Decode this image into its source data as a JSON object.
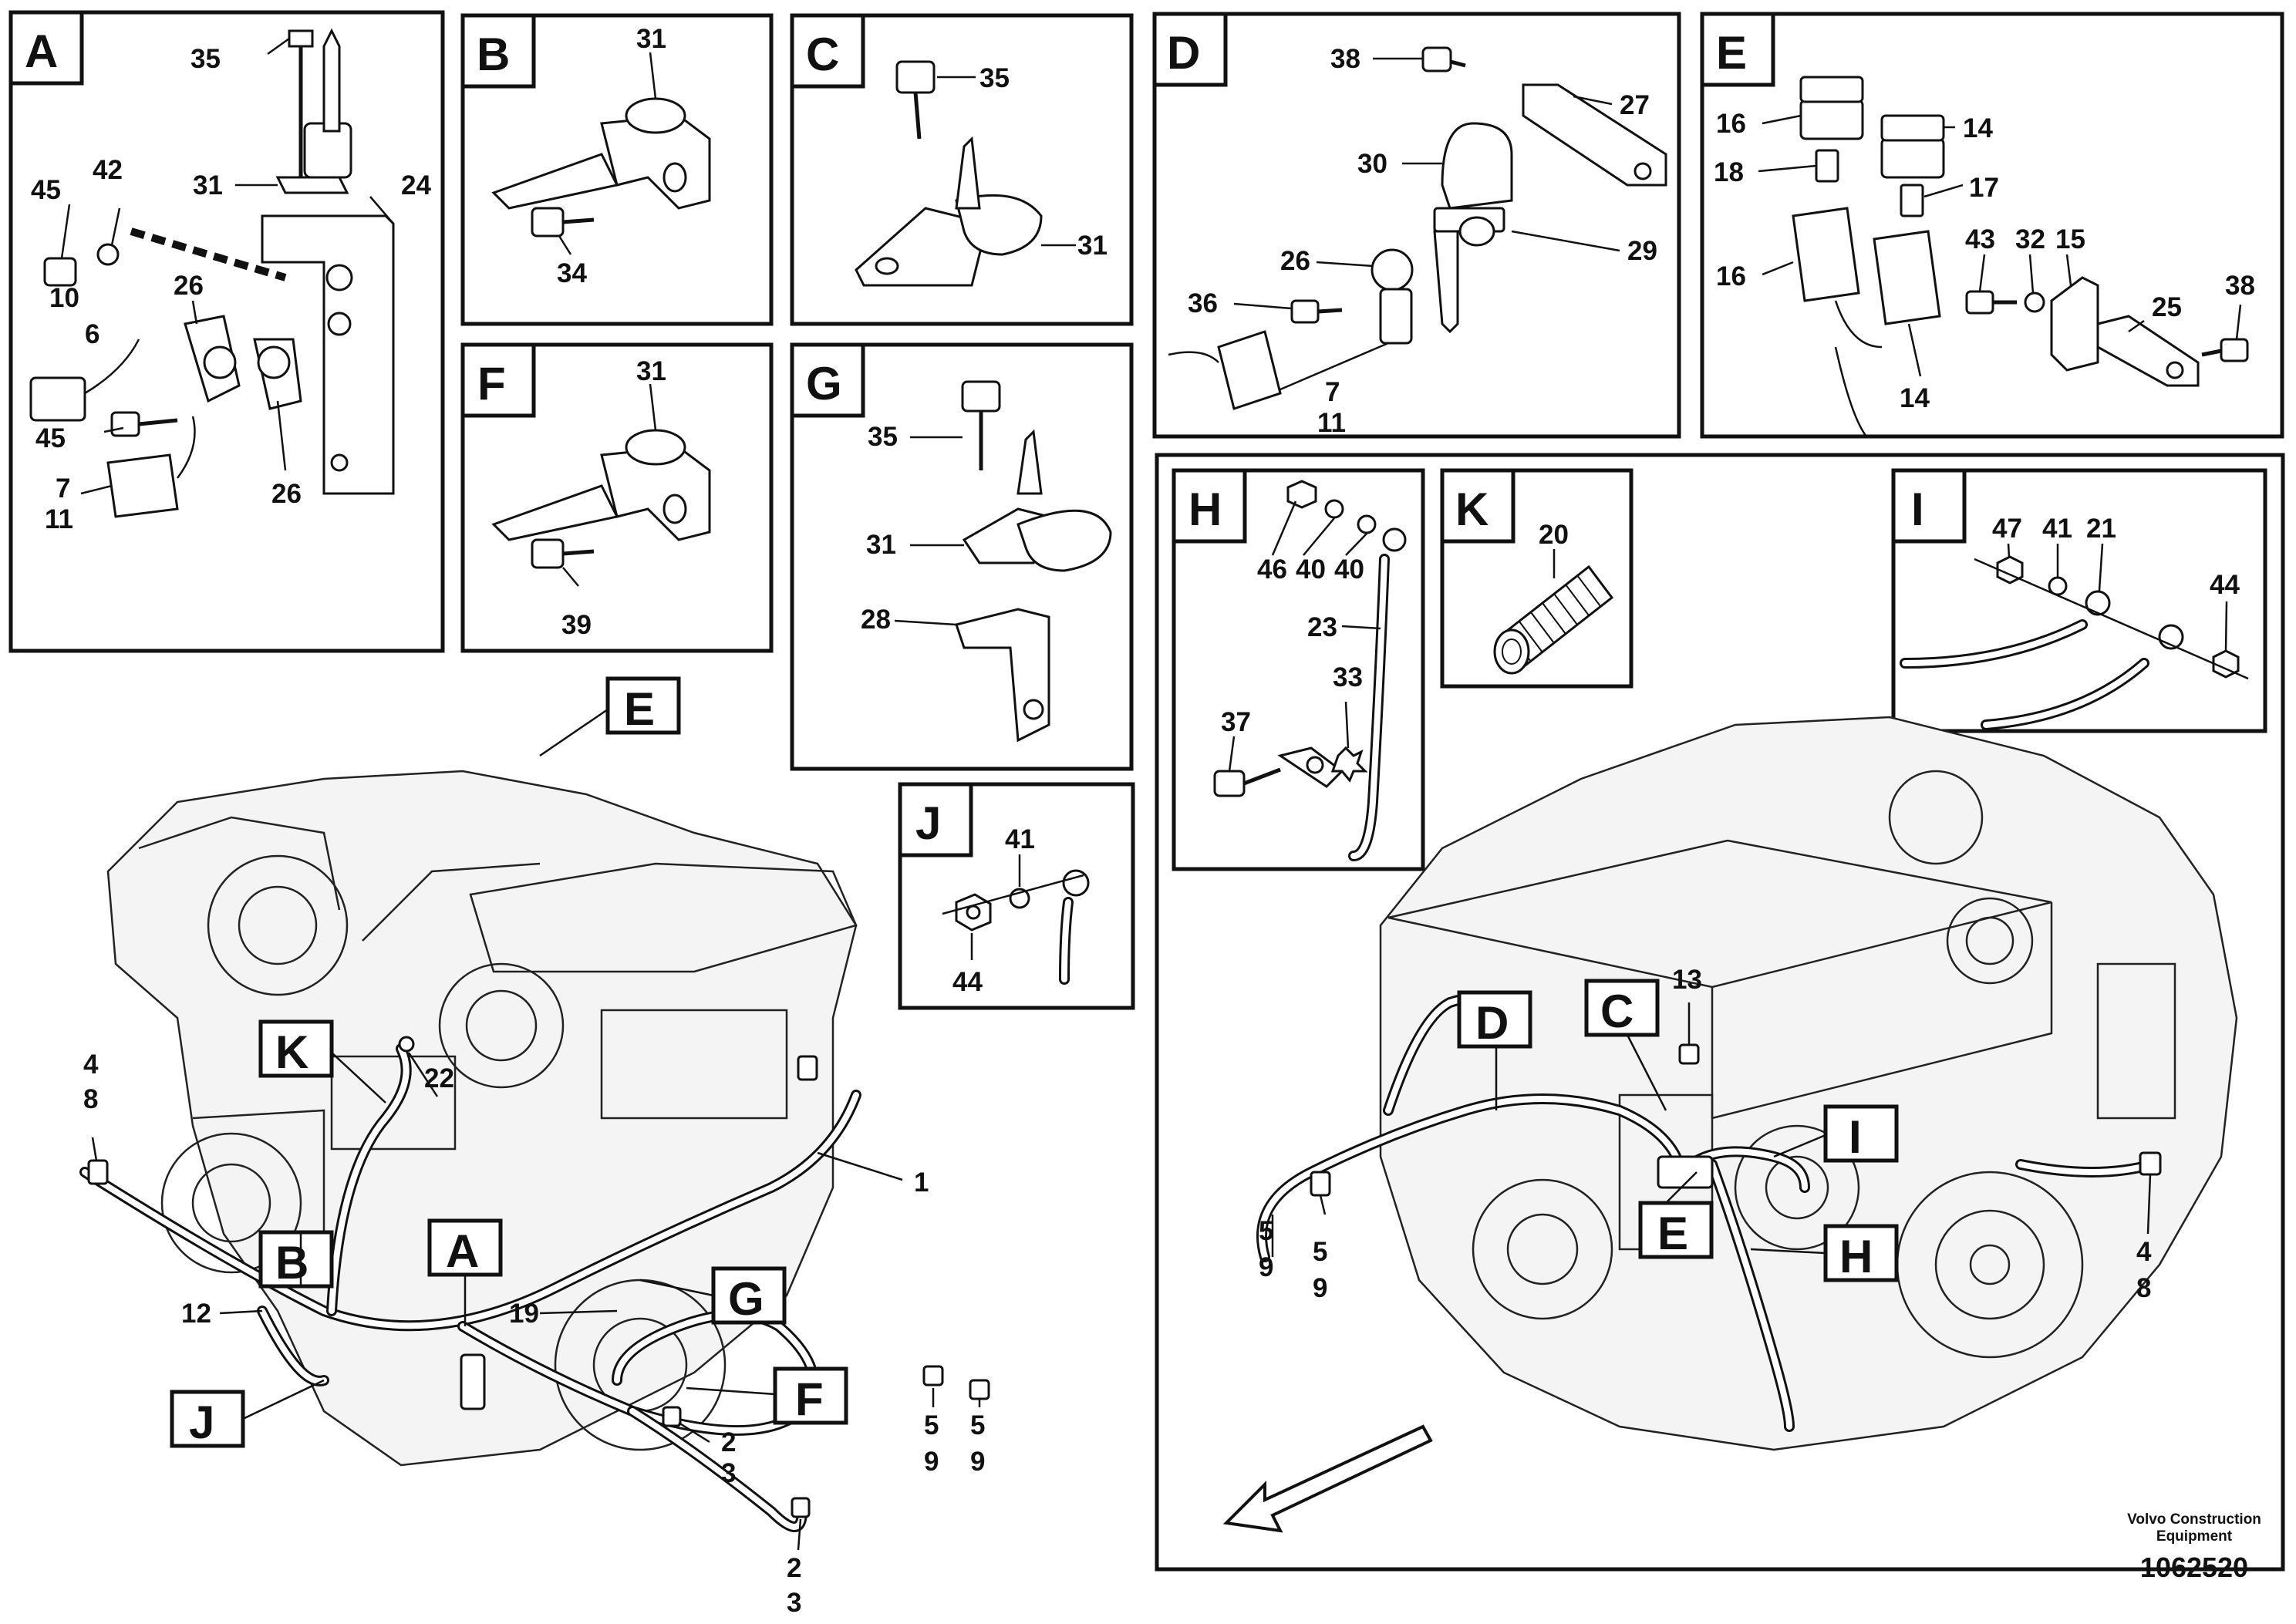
{
  "panels": [
    {
      "letter": "A",
      "parts": [
        "35",
        "31",
        "24",
        "42",
        "45",
        "10",
        "6",
        "26",
        "45",
        "7",
        "11",
        "26"
      ]
    },
    {
      "letter": "B",
      "parts": [
        "31",
        "34"
      ]
    },
    {
      "letter": "C",
      "parts": [
        "35",
        "31"
      ]
    },
    {
      "letter": "D",
      "parts": [
        "38",
        "27",
        "30",
        "29",
        "26",
        "36",
        "7",
        "11"
      ]
    },
    {
      "letter": "E",
      "parts": [
        "16",
        "14",
        "18",
        "17",
        "16",
        "43",
        "32",
        "15",
        "25",
        "38",
        "14"
      ]
    },
    {
      "letter": "F",
      "parts": [
        "31",
        "39"
      ]
    },
    {
      "letter": "G",
      "parts": [
        "35",
        "31",
        "28"
      ]
    },
    {
      "letter": "J",
      "parts": [
        "41",
        "44"
      ]
    },
    {
      "letter": "H",
      "parts": [
        "46",
        "40",
        "40",
        "23",
        "37",
        "33"
      ]
    },
    {
      "letter": "K",
      "parts": [
        "20"
      ]
    },
    {
      "letter": "I",
      "parts": [
        "47",
        "41",
        "21",
        "44"
      ]
    }
  ],
  "left_view": {
    "callouts": [
      "E",
      "K",
      "B",
      "A",
      "G",
      "F",
      "J"
    ],
    "parts": [
      "4",
      "8",
      "22",
      "1",
      "12",
      "19",
      "5",
      "9",
      "5",
      "9",
      "2",
      "3",
      "2",
      "3"
    ]
  },
  "right_view": {
    "callouts": [
      "D",
      "C",
      "I",
      "E",
      "H"
    ],
    "parts": [
      "13",
      "5",
      "9",
      "5",
      "9",
      "4",
      "8"
    ]
  },
  "footer": {
    "brand": "Volvo Construction Equipment",
    "doc_id": "1062520"
  }
}
